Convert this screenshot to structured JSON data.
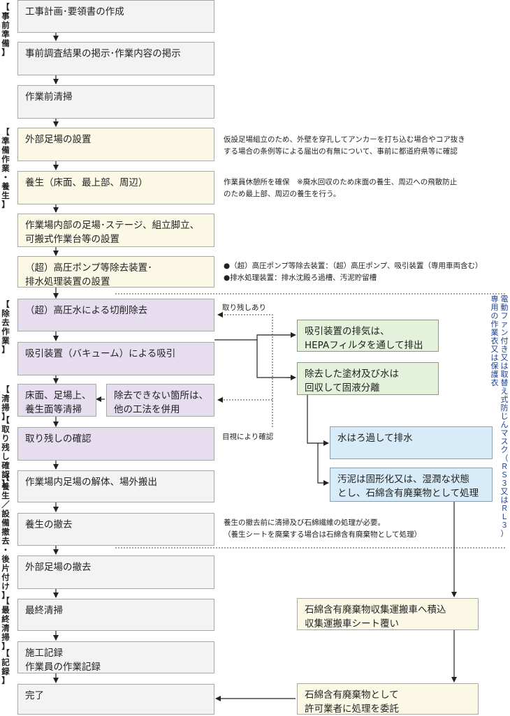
{
  "phases": [
    "【事前準備】",
    "【準備作業・養生】",
    "【除去作業】",
    "【清掃】",
    "【取り残し確認】",
    "【養生／設備撤去・後片付け】",
    "【最終清掃】",
    "【記録】"
  ],
  "steps": {
    "s1": "工事計画･要領書の作成",
    "s2": "事前調査結果の掲示･作業内容の掲示",
    "s3": "作業前清掃",
    "s4": "外部足場の設置",
    "s5": "養生（床面、最上部、周辺）",
    "s6": "作業場内部の足場･ステージ、組立脚立、\n可搬式作業台等の設置",
    "s7": "（超）高圧ポンプ等除去装置･\n排水処理装置の設置",
    "s8": "（超）高圧水による切削除去",
    "s9": "吸引装置（バキューム）による吸引",
    "s10": "床面、足場上、\n養生面等清掃",
    "s11": "除去できない箇所は、\n他の工法を併用",
    "s12": "取り残しの確認",
    "s13": "作業場内足場の解体、場外搬出",
    "s14": "養生の撤去",
    "s15": "外部足場の撤去",
    "s16": "最終清掃",
    "s17": "施工記録\n作業員の作業記録",
    "s18": "完了"
  },
  "side": {
    "g1": "吸引装置の排気は、\nHEPAフィルタを通して排出",
    "g2": "除去した塗材及び水は\n回収して固液分離",
    "b1": "水はろ過して排水",
    "b2": "汚泥は固形化又は、湿潤な状態\nとし、石綿含有廃棄物として処理",
    "y1": "石綿含有廃棄物収集運搬車へ積込\n収集運搬車シート覆い",
    "y2": "石綿含有廃棄物として\n許可業者に処理を委託"
  },
  "notes": {
    "n1": "仮設足場組立のため、外壁を穿孔してアンカーを打ち込む場合やコア抜き\nする場合の条例等による届出の有無について、事前に都道府県等に確認",
    "n2": "作業員休憩所を確保　※廃水回収のため床面の養生、周辺への飛散防止\nのため最上部、周辺の養生を行う。",
    "n3": "●（超）高圧ポンプ等除去装置：（超）高圧ポンプ、吸引装置（専用車両含む）\n●排水処理装置：排水沈殿ろ過槽、汚泥貯留槽",
    "n4": "養生の撤去前に清掃及び石綿繊維の処理が必要。\n（養生シートを廃棄する場合は石綿含有廃棄物として処理）",
    "remain": "取り残しあり",
    "visual": "目視により確認"
  },
  "vertical_note": {
    "col1": "電動ファン付き又は取替え式防じんマスク（ＲＳ３又はＲＬ３）",
    "col2": "専用の作業衣又は保護衣"
  }
}
